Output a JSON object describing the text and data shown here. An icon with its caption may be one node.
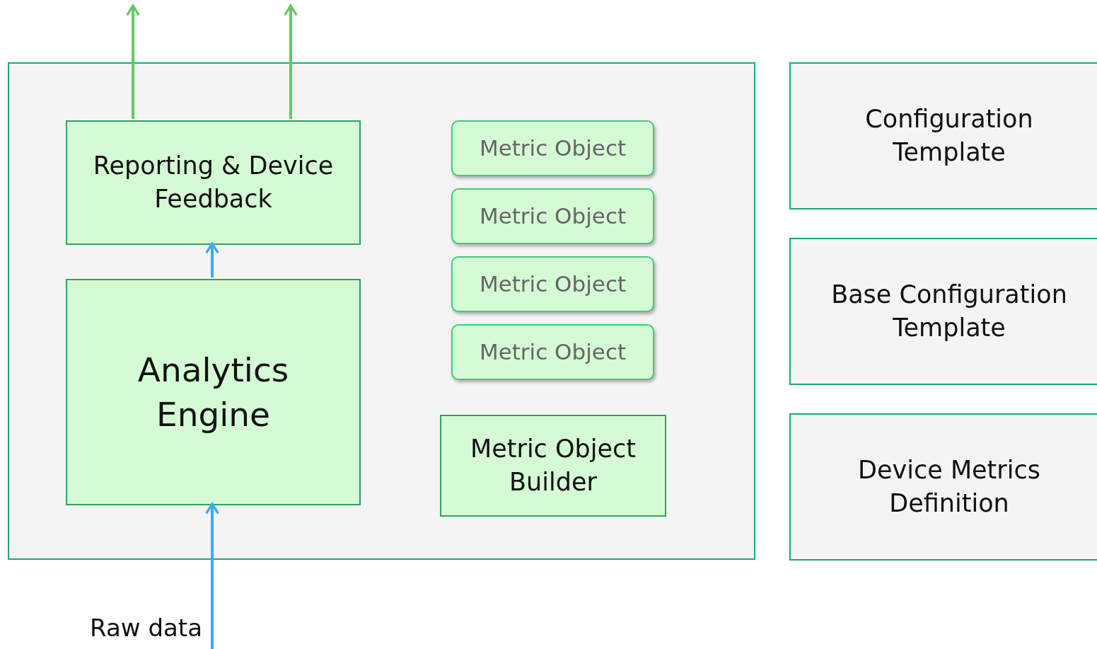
{
  "diagram": {
    "nodes": [
      {
        "text": [],
        "shape": "box"
      },
      {
        "text": [
          "Reporting & Device Feedback"
        ],
        "in": 0
      },
      {
        "text": [
          "Analytics Engine"
        ],
        "in": 0
      },
      {
        "text": [
          "Metric Object"
        ],
        "in": 0
      },
      {
        "text": [
          "Metric Object"
        ],
        "in": 0
      },
      {
        "text": [
          "Metric Object"
        ],
        "in": 0
      },
      {
        "text": [
          "Metric Object"
        ],
        "in": 0
      },
      {
        "text": [
          "Metric Object Builder"
        ],
        "in": 0
      },
      {
        "text": [
          "Configuration Template"
        ]
      },
      {
        "text": [
          "Base Configuration Template"
        ]
      },
      {
        "text": [
          "Device Metrics Definition"
        ]
      }
    ],
    "edges": [
      {
        "from": 1,
        "to": null,
        "arrow": "to",
        "color": "#66c966"
      },
      {
        "from": 1,
        "to": null,
        "arrow": "to",
        "color": "#66c966"
      },
      {
        "from": 2,
        "to": 1,
        "arrow": "to",
        "color": "#3fa9f5"
      },
      {
        "from": null,
        "to": 2,
        "arrow": "to",
        "label": "Raw data",
        "color": "#3fa9f5"
      }
    ]
  }
}
